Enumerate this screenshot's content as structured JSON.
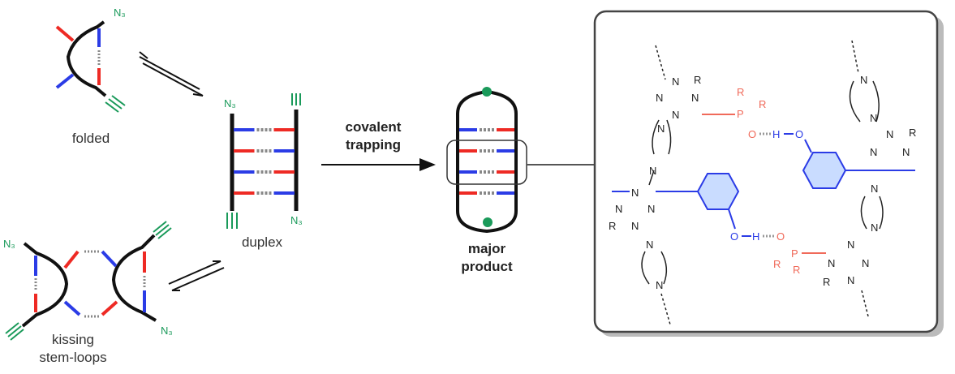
{
  "labels": {
    "folded": "folded",
    "duplex": "duplex",
    "kissing_line1": "kissing",
    "kissing_line2": "stem-loops",
    "trapping_line1": "covalent",
    "trapping_line2": "trapping",
    "product_line1": "major",
    "product_line2": "product"
  },
  "atoms": {
    "azide": "N₃",
    "alkyne": "≡",
    "N": "N",
    "R": "R",
    "P": "P",
    "O": "O",
    "H": "H"
  },
  "colors": {
    "red": "#ee2a24",
    "blue": "#2b3ce6",
    "green": "#1a9a5a",
    "black": "#111111",
    "gray": "#888888",
    "pink": "#f06a5a",
    "benzene_fill": "#c9dcff"
  }
}
